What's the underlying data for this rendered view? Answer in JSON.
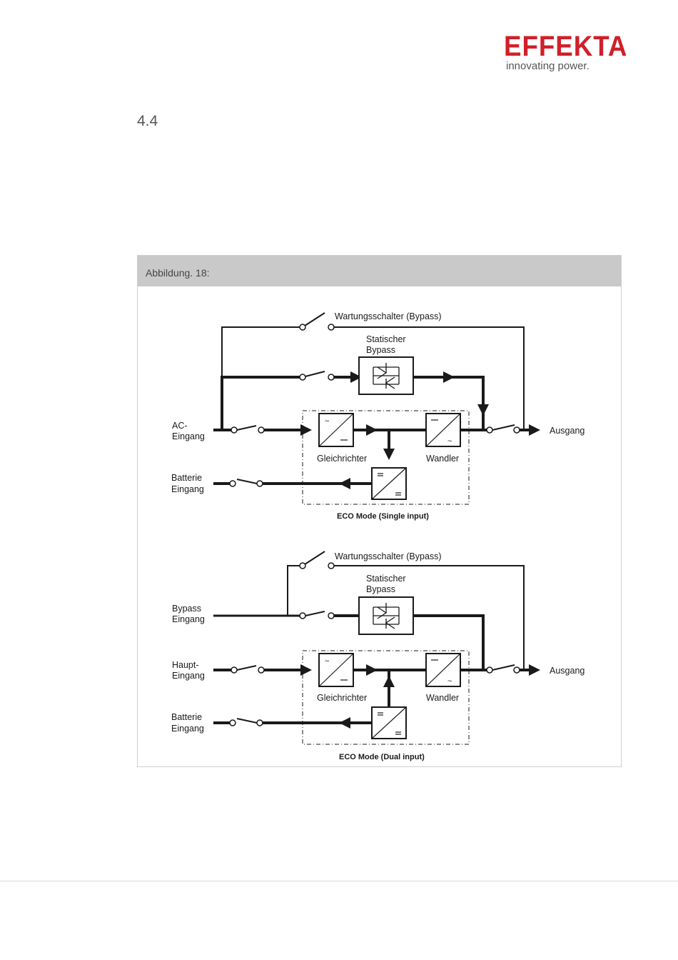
{
  "logo": {
    "wordmark": "EFFEKTA",
    "tagline": "innovating power."
  },
  "section": {
    "number": "4.4"
  },
  "figure": {
    "caption": "Abbildung. 18:",
    "diagrams": [
      {
        "title": "ECO Mode (Single input)",
        "maintenance_switch": "Wartungsschalter (Bypass)",
        "static_bypass": [
          "Statischer",
          "Bypass"
        ],
        "inputs": [
          [
            "AC-",
            "Eingang"
          ],
          [
            "Batterie",
            "Eingang"
          ]
        ],
        "rectifier": "Gleichrichter",
        "inverter": "Wandler",
        "output": "Ausgang"
      },
      {
        "title": "ECO Mode (Dual input)",
        "maintenance_switch": "Wartungsschalter (Bypass)",
        "static_bypass": [
          "Statischer",
          "Bypass"
        ],
        "inputs": [
          [
            "Bypass",
            "Eingang"
          ],
          [
            "Haupt-",
            "Eingang"
          ],
          [
            "Batterie",
            "Eingang"
          ]
        ],
        "rectifier": "Gleichrichter",
        "inverter": "Wandler",
        "output": "Ausgang"
      }
    ]
  }
}
